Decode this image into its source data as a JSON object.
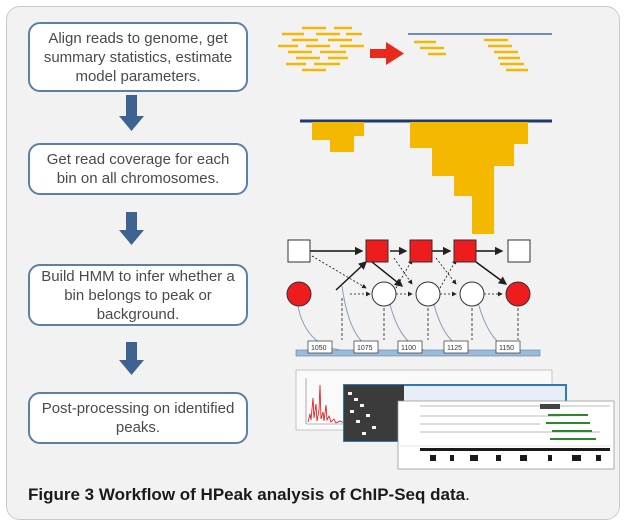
{
  "steps": [
    {
      "text": "Align reads to genome, get summary statistics,  estimate model parameters."
    },
    {
      "text": "Get read coverage for each bin on all chromosomes."
    },
    {
      "text": "Build HMM to infer whether a bin belongs to peak or background."
    },
    {
      "text": "Post-processing on identified peaks."
    }
  ],
  "bin_labels": [
    "1050",
    "1075",
    "1100",
    "1125",
    "1150"
  ],
  "caption": {
    "label": "Figure 3",
    "title": "Workflow of HPeak analysis of ChIP-Seq data",
    "period": "."
  },
  "colors": {
    "box_border": "#5b7fa7",
    "arrow": "#3f6390",
    "reads": "#f5b800",
    "coverage": "#f5b800",
    "state_peak": "#ee1c1c",
    "red_arrow": "#e8291c",
    "axis_bar": "#9bbbd9"
  }
}
